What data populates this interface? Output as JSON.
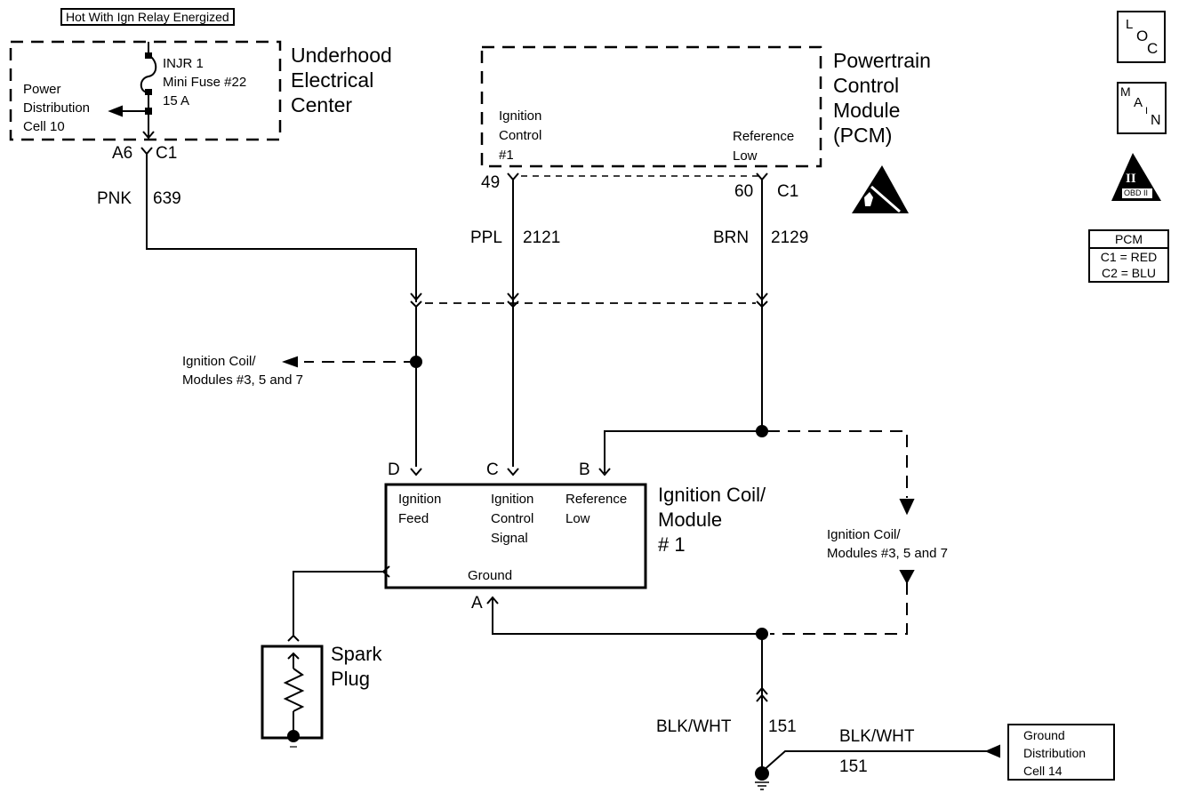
{
  "diagram": {
    "title_label": "Hot With Ign Relay Energized",
    "underhood": {
      "name_lines": [
        "Underhood",
        "Electrical",
        "Center"
      ],
      "fuse_lines": [
        "INJR 1",
        "Mini Fuse #22",
        "15 A"
      ],
      "power_dist_lines": [
        "Power",
        "Distribution",
        "Cell 10"
      ],
      "connector_left": "A6",
      "connector_right": "C1",
      "wire_color": "PNK",
      "wire_number": "639"
    },
    "pcm": {
      "name_lines": [
        "Powertrain",
        "Control",
        "Module",
        "(PCM)"
      ],
      "pin_left_label_lines": [
        "Ignition",
        "Control",
        "#1"
      ],
      "pin_right_label_lines": [
        "Reference",
        "Low"
      ],
      "pin_left": "49",
      "pin_right": "60",
      "connector": "C1",
      "wire_left_color": "PPL",
      "wire_left_number": "2121",
      "wire_right_color": "BRN",
      "wire_right_number": "2129"
    },
    "branch_left": [
      "Ignition Coil/",
      "Modules #3, 5 and 7"
    ],
    "branch_right": [
      "Ignition Coil/",
      "Modules #3, 5 and 7"
    ],
    "coil_module": {
      "name_lines": [
        "Ignition Coil/",
        "Module",
        "# 1"
      ],
      "terminals": {
        "D": "D",
        "C": "C",
        "B": "B",
        "A": "A"
      },
      "feed_lines": [
        "Ignition",
        "Feed"
      ],
      "control_lines": [
        "Ignition",
        "Control",
        "Signal"
      ],
      "ref_lines": [
        "Reference",
        "Low"
      ],
      "ground_label": "Ground"
    },
    "spark_plug_lines": [
      "Spark",
      "Plug"
    ],
    "ground": {
      "wire_color_vertical": "BLK/WHT",
      "wire_number_vertical": "151",
      "wire_color_horizontal": "BLK/WHT",
      "wire_number_horizontal": "151",
      "dist_lines": [
        "Ground",
        "Distribution",
        "Cell 14"
      ]
    },
    "legend": {
      "loc_icon": {
        "l": "L",
        "o": "O",
        "c": "C"
      },
      "main_icon": {
        "m": "M",
        "a": "A",
        "i": "I",
        "n": "N"
      },
      "obd_icon": {
        "numeral": "II",
        "label": "OBD II"
      },
      "esd_icon": "electrostatic-discharge-warning",
      "pcm_table": {
        "header": "PCM",
        "rows": [
          "C1 = RED",
          "C2 = BLU"
        ]
      }
    }
  }
}
